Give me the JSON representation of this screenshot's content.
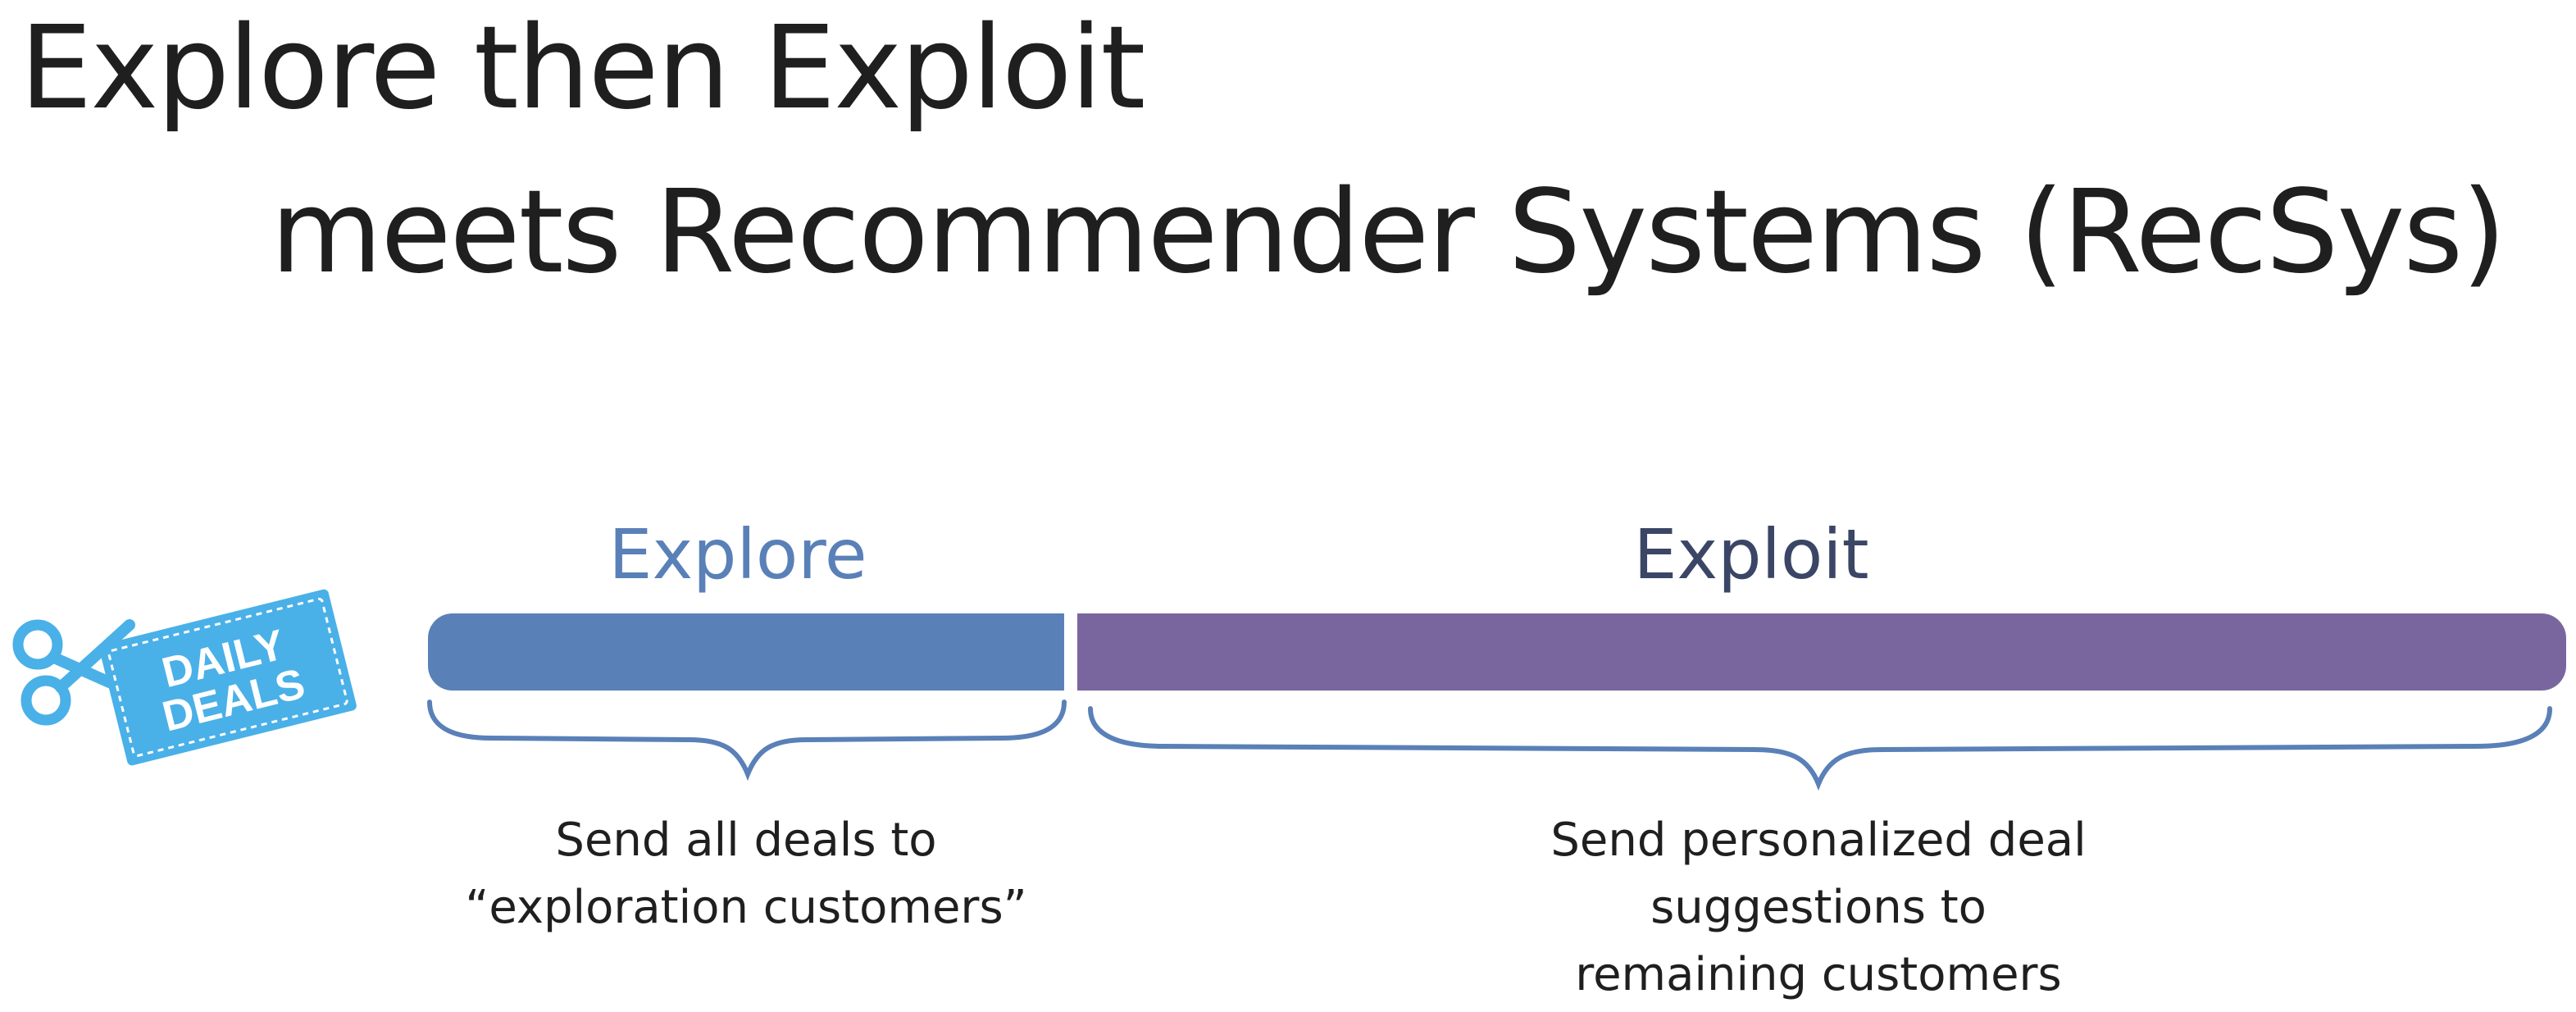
{
  "title": {
    "line1": "Explore then Exploit",
    "line2": "meets Recommender Systems (RecSys)"
  },
  "coupon": {
    "icon": "scissors-icon",
    "line1": "DAILY",
    "line2": "DEALS",
    "color": "#4ab0e8"
  },
  "phases": {
    "explore": {
      "label": "Explore",
      "color": "#5a80b8",
      "description": [
        "Send all deals to",
        "“exploration customers”"
      ]
    },
    "exploit": {
      "label": "Exploit",
      "color": "#7a669f",
      "description": [
        "Send personalized deal",
        "suggestions to",
        "remaining customers"
      ]
    }
  }
}
